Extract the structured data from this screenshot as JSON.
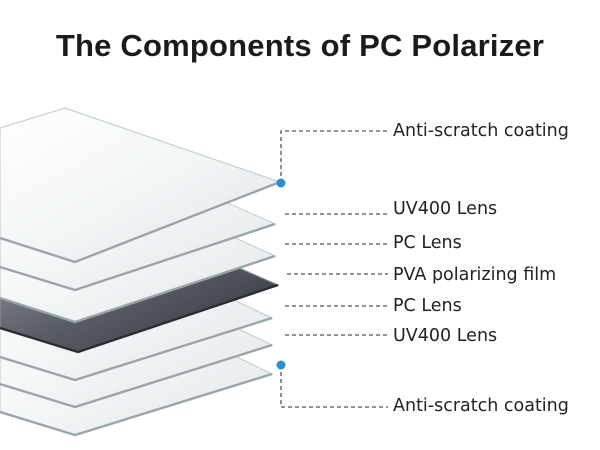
{
  "title": "The Components of PC Polarizer",
  "colors": {
    "marker_dot": "#2a8fd0",
    "leader_line": "#555555",
    "glass_edge": "#c9d2d4",
    "polarizing_film": "#3a3e44"
  },
  "layers": [
    {
      "label": "Anti-scratch coating",
      "marker": "dot"
    },
    {
      "label": "UV400 Lens",
      "marker": "none"
    },
    {
      "label": "PC Lens",
      "marker": "none"
    },
    {
      "label": "PVA polarizing film",
      "marker": "none"
    },
    {
      "label": "PC Lens",
      "marker": "none"
    },
    {
      "label": "UV400 Lens",
      "marker": "none"
    },
    {
      "label": "Anti-scratch coating",
      "marker": "dot"
    }
  ]
}
